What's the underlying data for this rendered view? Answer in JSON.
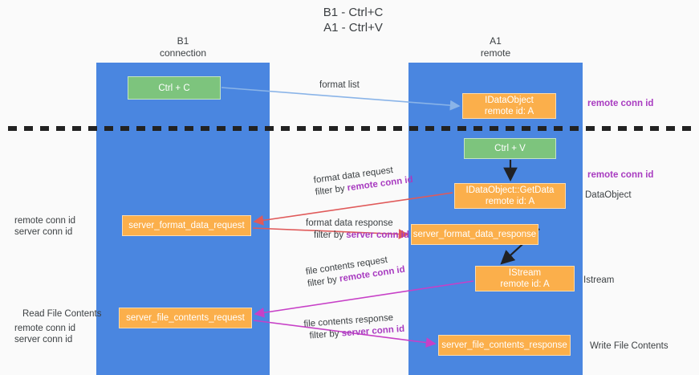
{
  "diagram": {
    "title": "B1 - Ctrl+C\nA1 - Ctrl+V",
    "colors": {
      "lane": "#4a86e0",
      "green_box": "#7dc47d",
      "orange_box": "#fbaf4b",
      "purple_text": "#a83bc0",
      "green_text": "#6aa84f",
      "red_arrow": "#e05a5a",
      "magenta_arrow": "#c740c7",
      "blue_arrow": "#8ab4e8",
      "black_arrow": "#202124",
      "background": "#fafafa"
    }
  },
  "lanes": [
    {
      "id": "b1",
      "title_line1": "B1",
      "title_line2": "connection"
    },
    {
      "id": "a1",
      "title_line1": "A1",
      "title_line2": "remote"
    }
  ],
  "boxes": [
    {
      "id": "ctrl-c",
      "kind": "green",
      "line1": "Ctrl + C",
      "line2": ""
    },
    {
      "id": "idataobject",
      "kind": "orange",
      "line1": "IDataObject",
      "line2": "remote id: A"
    },
    {
      "id": "ctrl-v",
      "kind": "green",
      "line1": "Ctrl + V",
      "line2": ""
    },
    {
      "id": "getdata",
      "kind": "orange",
      "line1": "IDataObject::GetData",
      "line2": "remote id: A"
    },
    {
      "id": "sfd-req",
      "kind": "orange",
      "line1": "server_format_data_request",
      "line2": ""
    },
    {
      "id": "sfd-resp",
      "kind": "orange",
      "line1": "server_format_data_response",
      "line2": ""
    },
    {
      "id": "istream",
      "kind": "orange",
      "line1": "IStream",
      "line2": "remote id: A"
    },
    {
      "id": "sfc-req",
      "kind": "orange",
      "line1": "server_file_contents_request",
      "line2": ""
    },
    {
      "id": "sfc-resp",
      "kind": "orange",
      "line1": "server_file_contents_response",
      "line2": ""
    }
  ],
  "edge_labels": {
    "format_list": "format list",
    "format_data_request": {
      "line1": "format data request",
      "line2_prefix": "filter by ",
      "line2_key": "remote conn id"
    },
    "format_data_response": {
      "line1": "format data response",
      "line2_prefix": "filter by ",
      "line2_key": "server conn id"
    },
    "file_contents_request": {
      "line1": "file contents request",
      "line2_prefix": "filter by ",
      "line2_key": "remote conn id"
    },
    "file_contents_response": {
      "line1": "file contents response",
      "line2_prefix": "filter by ",
      "line2_key": "server conn id"
    }
  },
  "annotations": {
    "remote_conn_id_top": "remote conn id",
    "remote_conn_id_mid": "remote conn id",
    "dataobject": "DataObject",
    "istream": "Istream",
    "write_file_contents": "Write File Contents",
    "read_file_contents": "Read File Contents",
    "left_ids_mid": {
      "line1": "remote conn id",
      "line2": "server conn id"
    },
    "left_ids_bottom": {
      "line1": "remote conn id",
      "line2": "server conn id"
    }
  }
}
